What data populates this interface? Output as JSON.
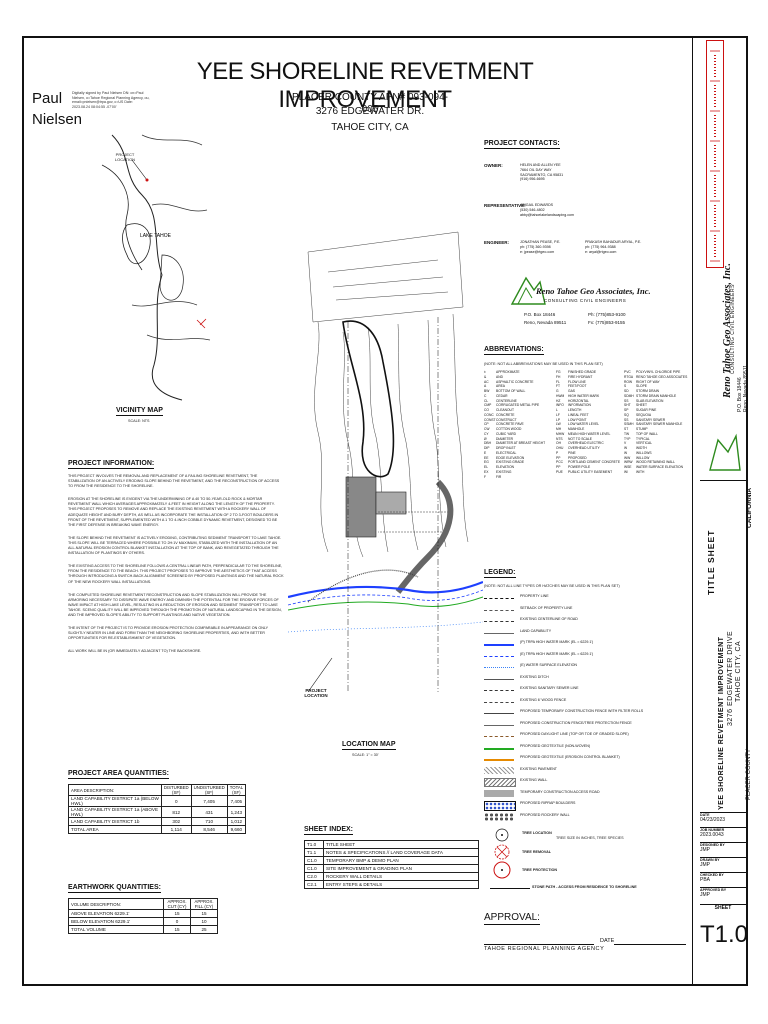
{
  "title": "YEE SHORELINE REVETMENT IMPROVEMENT",
  "address": {
    "apn": "PLACER COUNTY APN# 093-094-005",
    "street": "3276 EDGEWATER DR.",
    "city": "TAHOE CITY, CA"
  },
  "signature": {
    "name_line1": "Paul",
    "name_line2": "Nielsen",
    "text": "Digitally signed by Paul Nielsen DN: cn=Paul Nielsen, o=Tahoe Regional Planning Agency, ou, email=pnielsen@trpa.gov, c=US Date: 2023.08.24 08:04:55 -07'00'"
  },
  "vicinity_map": {
    "title": "VICINITY MAP",
    "scale": "SCALE: NTS",
    "project_location": "PROJECT LOCATION",
    "lake_label": "LAKE TAHOE"
  },
  "location_map": {
    "title": "LOCATION MAP",
    "scale": "SCALE: 1\" = 30'",
    "project_location": "PROJECT LOCATION"
  },
  "project_information": {
    "heading": "PROJECT INFORMATION:",
    "paragraphs": [
      "THIS PROJECT INVOLVES THE REMOVAL AND REPLACEMENT OF A FAILING SHORELINE REVETMENT, THE STABILIZATION OF AN ACTIVELY ERODING SLOPE BEHIND THE REVETMENT, AND THE RECONSTRUCTION OF ACCESS TO FROM THE RESIDENCE TO THE SHORELINE.",
      "EROSION AT THE SHORELINE IS EVIDENT VIA THE UNDERMINING OF A 40 TO 50-YEAR-OLD ROCK & MORTAR REVETMENT WALL WHICH AVERAGES APPROXIMATELY 4-FEET IN HEIGHT ALONG THE LENGTH OF THE PROPERTY. THIS PROJECT PROPOSES TO REMOVE AND REPLACE THE EXISTING REVETMENT WITH A ROCKERY WALL OF ADEQUATE HEIGHT AND BURY DEPTH, AS WELL AS INCORPORATE THE INSTALLATION OF 2 TO 3-FOOT BOULDERS IN FRONT OF THE REVETMENT, SUPPLEMENTED WITH A 1 TO 4-INCH COBBLE DYNAMIC REVETMENT, DESIGNED TO BE THE FIRST DEFENSE IN BREAKING WAVE ENERGY.",
      "THE SLOPE BEHIND THE REVETMENT IS ACTIVELY ERODING, CONTRIBUTING SEDIMENT TRANSPORT TO LAKE TAHOE. THIS SLOPE WILL BE TERRACED WHERE POSSIBLE TO 2H:1V MAXIMUM, STABILIZED WITH THE INSTALLATION OF AN ALL-NATURAL EROSION CONTROL BLANKET INSTALLATION AT THE TOP OF BANK, AND REVEGETATED THROUGH THE INSTALLATION OF PLANTINGS BY OTHERS.",
      "THE EXISTING ACCESS TO THE SHORELINE FOLLOWS A CENTRAL LINEAR PATH, PERPENDICULAR TO THE SHORELINE, FROM THE RESIDENCE TO THE BEACH. THIS PROJECT PROPOSES TO IMPROVE THE AESTHETICS OF THAT ACCESS THROUGH INTRODUCING A SWITCH-BACK ALIGNMENT SCREENED BY PROPOSED PLANTINGS AND THE NATURAL ROCK OF THE NEW ROCKERY WALL INSTALLATIONS.",
      "THE COMPLETED SHORELINE REVETMENT RECONSTRUCTION AND SLOPE STABILIZATION WILL PROVIDE THE ARMORING NECESSARY TO DISSIPATE WAVE ENERGY AND DIMINISH THE POTENTIAL FOR THE EROSIVE FORCES OF WAVE IMPACT AT HIGH LAKE LEVEL, RESULTING IN A REDUCTION OF EROSION AND SEDIMENT TRANSPORT TO LAKE TAHOE. SCENIC QUALITY WILL BE IMPROVED THROUGH THE PROMOTION OF NATURAL LANDSCAPING IN THE DESIGN, AND THE IMPROVED SLOPE'S ABILITY TO SUPPORT PLANTINGS AND NATIVE VEGETATION.",
      "THE INTENT OF THE PROJECT IS TO PROVIDE EROSION PROTECTION COMPARABLE IN APPEARANCE ON ONLY SLIGHTLY NEATER IN LINE AND FORM THAN THE NEIGHBORING SHORELINE PROPERTIES, AND WITH BETTER OPPORTUNITIES FOR RE-ESTABLISHMENT OF VEGETATION.",
      "ALL WORK WILL BE IN (OR IMMEDIATELY ADJACENT TO) THE BACKSHORE."
    ]
  },
  "project_area": {
    "heading": "PROJECT AREA QUANTITIES:",
    "columns": [
      "AREA DESCRIPTION:",
      "DISTURBED (SF)",
      "UNDISTURBED (SF)",
      "TOTAL (SF)"
    ],
    "rows": [
      [
        "LAND CAPABILITY DISTRICT 1a (BELOW HWL)",
        "0",
        "7,405",
        "7,405"
      ],
      [
        "LAND CAPABILITY DISTRICT 1a (ABOVE HWL)",
        "812",
        "431",
        "1,243"
      ],
      [
        "LAND CAPABILITY DISTRICT 1b",
        "302",
        "710",
        "1,012"
      ],
      [
        "TOTAL AREA",
        "1,114",
        "8,546",
        "9,660"
      ]
    ]
  },
  "earthwork": {
    "heading": "EARTHWORK QUANTITIES:",
    "columns": [
      "VOLUME DESCRIPTION:",
      "APPROX. CUT (CY)",
      "APPROX. FILL (CY)"
    ],
    "rows": [
      [
        "ABOVE ELEVATION 6229.1'",
        "15",
        "15"
      ],
      [
        "BELOW ELEVATION 6229.1'",
        "0",
        "10"
      ],
      [
        "TOTAL VOLUME",
        "15",
        "25"
      ]
    ]
  },
  "sheet_index": {
    "heading": "SHEET INDEX:",
    "rows": [
      [
        "T1.0",
        "TITLE SHEET"
      ],
      [
        "T1.1",
        "NOTES & SPECIFICATIONS // LAND COVERAGE DATA"
      ],
      [
        "C1.0",
        "TEMPORARY BMP & DEMO PLAN"
      ],
      [
        "C1.0",
        "SITE IMPROVEMENT & GRADING PLAN"
      ],
      [
        "C2.0",
        "ROCKERY WALL DETAILS"
      ],
      [
        "C2.1",
        "ENTRY STEPS & DETAILS"
      ]
    ]
  },
  "approval": {
    "heading": "APPROVAL:",
    "agency": "TAHOE REGIONAL PLANNING AGENCY",
    "date_label": "DATE"
  },
  "contacts": {
    "heading": "PROJECT CONTACTS:",
    "owner_label": "OWNER:",
    "owner_lines": [
      "HELEN AND ALLEN YEE",
      "7664 OIL DAY WAY",
      "SACRAMENTO, CA 95831",
      "(916) 956-6695"
    ],
    "rep_label": "REPRESENTATIVE:",
    "rep_lines": [
      "ABIGAIL EDWARDS",
      "(530) 546-4802",
      "abby@tahoelakelandscaping.com"
    ],
    "engineer_label": "ENGINEER:",
    "engineer1_lines": [
      "JONATHAN PEASE, P.E.",
      "ph: (775) 360-9398",
      "e: jpease@rtgeo.com"
    ],
    "engineer2_lines": [
      "PRAKASH BAHADUR ARYAL, P.E.",
      "ph: (775) 964-9388",
      "e: aryal@rtgeo.com"
    ],
    "firm_name": "Reno Tahoe Geo Associates, Inc.",
    "firm_sub": "CONSULTING CIVIL ENGINEERS",
    "firm_po": "P.O. Box 18446",
    "firm_city": "Reno, Nevada 89511",
    "firm_ph": "Ph: (775)853-9100",
    "firm_fx": "Fx: (775)853-9155"
  },
  "abbreviations": {
    "heading": "ABBREVIATIONS:",
    "note": "(NOTE: NOT ALL ABBREVIATIONS MAY BE USED IN THIS PLAN SET)",
    "columns": [
      [
        "±",
        "&",
        "AC",
        "A",
        "BW",
        "C",
        "CL",
        "CMP",
        "CO",
        "CONC",
        "CONST",
        "CP",
        "CW",
        "CY",
        "Ø",
        "DBH",
        "DIP",
        "E",
        "EE",
        "EG",
        "EL",
        "EX",
        "F"
      ],
      [
        "APPROXIMATE",
        "AND",
        "ASPHALTIC CONCRETE",
        "AREA",
        "BOTTOM OF WALL",
        "CEDAR",
        "CENTERLINE",
        "CORRUGATED METAL PIPE",
        "CLEANOUT",
        "CONCRETE",
        "CONSTRUCT",
        "CONCRETE PAVE",
        "COTTON WOOD",
        "CUBIC YARD",
        "DIAMETER",
        "DIAMETER AT BREAST HEIGHT",
        "DROP INLET",
        "ELECTRICAL",
        "EDGE ELEVATION",
        "EXISTING GRADE",
        "ELEVATION",
        "EXISTING",
        "FIR"
      ],
      [
        "FG",
        "FH",
        "FL",
        "FT",
        "G",
        "HWM",
        "HZ",
        "INFO",
        "L",
        "LF",
        "LP",
        "LW",
        "MH",
        "MHW",
        "NTS",
        "OH",
        "OHU",
        "P",
        "PP",
        "PCC",
        "PP",
        "PUE"
      ],
      [
        "FINISHED GRADE",
        "FIRE HYDRANT",
        "FLOW LINE",
        "FEET/FOOT",
        "GAS",
        "HIGH WATER MARK",
        "HORIZONTAL",
        "INFORMATION",
        "LENGTH",
        "LINEAL FEET",
        "LOW POINT",
        "LOW WATER LEVEL",
        "MANHOLE",
        "MEAN HIGH WATER LEVEL",
        "NOT TO SCALE",
        "OVERHEAD ELECTRIC",
        "OVERHEAD UTILITY",
        "PINE",
        "PROPOSED",
        "PORTLAND CEMENT CONCRETE",
        "POWER POLE",
        "PUBLIC UTILITY EASEMENT"
      ],
      [
        "PVC",
        "RTGA",
        "ROW",
        "S",
        "SD",
        "SDMH",
        "SS",
        "SHT",
        "SP",
        "SQ",
        "SS",
        "SSMH",
        "ST",
        "TW",
        "TYP",
        "V",
        "W",
        "W",
        "WW",
        "WRW",
        "WSE",
        "W/"
      ],
      [
        "POLYVINYL CHLORIDE PIPE",
        "RENO TAHOE GEO ASSOCIATES",
        "RIGHT OF WAY",
        "SLOPE",
        "STORM DRAIN",
        "STORM DRAIN MANHOLE",
        "SLAB ELEVATION",
        "SHEET",
        "SUGAR PINE",
        "SEQUOIA",
        "SANITARY SEWER",
        "SANITARY SEWER MANHOLE",
        "STUMP",
        "TOP OF WALL",
        "TYPICAL",
        "VERTICAL",
        "WIDTH",
        "WILLOWS",
        "WILLOW",
        "WOOD RETAINING WALL",
        "WATER SURFACE ELEVATION",
        "WITH"
      ]
    ]
  },
  "legend": {
    "heading": "LEGEND:",
    "note": "(NOTE: NOT ALL LINE TYPES OR HATCHES MAY BE USED IN THIS PLAN SET)",
    "items": [
      {
        "label": "PROPERTY LINE",
        "style": "dashdot",
        "color": "#111111"
      },
      {
        "label": "SETBACK OF PROPERTY LINE",
        "style": "dash",
        "color": "#555555"
      },
      {
        "label": "EXISTING CENTERLINE OF ROAD",
        "style": "longdash",
        "color": "#333333"
      },
      {
        "label": "LAND CAPABILITY",
        "style": "thin",
        "color": "#666666"
      },
      {
        "label": "(P) TRPA HIGH WATER MARK (EL = 6229.1')",
        "style": "solid",
        "color": "#1e40ff"
      },
      {
        "label": "(E) TRPA HIGH WATER MARK (EL = 6229.1')",
        "style": "dash",
        "color": "#1e40ff"
      },
      {
        "label": "(E) WATER SURFACE ELEVATION",
        "style": "dot",
        "color": "#3b82f6"
      },
      {
        "label": "EXISTING DITCH",
        "style": "thin",
        "color": "#555555"
      },
      {
        "label": "EXISTING SANITARY SEWER LINE",
        "style": "dashdot",
        "color": "#333333"
      },
      {
        "label": "EXISTING 6' WOOD FENCE",
        "style": "dash",
        "color": "#444444"
      },
      {
        "label": "PROPOSED TEMPORARY CONSTRUCTION FENCE WITH FILTER ROLLS",
        "style": "xline",
        "color": "#444444"
      },
      {
        "label": "PROPOSED CONSTRUCTION FENCE/TREE PROTECTION FENCE",
        "style": "xline",
        "color": "#666666"
      },
      {
        "label": "PROPOSED DAYLIGHT LINE (TOP OR TOE OF GRADED SLOPE)",
        "style": "dash",
        "color": "#8b5a2b"
      },
      {
        "label": "PROPOSED GEOTEXTILE (NON-WOVEN)",
        "style": "solid",
        "color": "#22aa22"
      },
      {
        "label": "PROPOSED GEOTEXTILE (EROSION CONTROL BLANKET)",
        "style": "solid",
        "color": "#e68a00"
      },
      {
        "label": "EXISTING PAVEMENT",
        "style": "hatch",
        "color": "#999999"
      },
      {
        "label": "EXISTING WALL",
        "style": "hatch2",
        "color": "#777777"
      },
      {
        "label": "TEMPORARY CONSTRUCTION ACCESS ROAD",
        "style": "fill",
        "color": "#aaaaaa"
      },
      {
        "label": "PROPOSED RIPRAP BOULDERS",
        "style": "cobble",
        "color": "#3355cc"
      },
      {
        "label": "PROPOSED ROCKERY WALL",
        "style": "cobble2",
        "color": "#555555"
      }
    ],
    "tree_legend": [
      {
        "label": "TREE LOCATION",
        "sub": "TREE SIZE IN INCHES, TREE SPECIES"
      },
      {
        "label": "TREE REMOVAL",
        "sub": ""
      },
      {
        "label": "TREE PROTECTION",
        "sub": ""
      }
    ],
    "storm_note": "STONE PATH - ACCESS FROM RESIDENCE TO SHORELINE"
  },
  "title_block": {
    "sheet_title": "TITLE SHEET",
    "project_name": "YEE SHORELINE REVETMENT IMPROVEMENT",
    "project_addr": "3276 EDGEWATER DRIVE",
    "project_city": "TAHOE CITY, CA",
    "county": "PLACER COUNTY",
    "firm": "Reno Tahoe Geo Associates, Inc.",
    "firm_sub": "CONSULTING CIVIL ENGINEERS",
    "firm_po": "P.O. Box 18446",
    "firm_city": "Reno, Nevada 89511",
    "state": "CALIFORNIA",
    "date_label": "DATE",
    "date": "04/23/2023",
    "job_label": "JOB NUMBER",
    "job": "2023.0043",
    "designed_label": "DESIGNED BY",
    "designed": "JMP",
    "drawn_label": "DRAWN BY",
    "drawn": "JMP",
    "checked_label": "CHECKED BY",
    "checked": "PBA",
    "approved_label": "APPROVED BY",
    "approved": "JMP",
    "sheet_label": "SHEET",
    "sheet_no": "T1.0"
  },
  "colors": {
    "ink": "#111111",
    "water_blue": "#1e40ff",
    "firm_green": "#2e8b1e",
    "revision_red": "#cc1111"
  }
}
